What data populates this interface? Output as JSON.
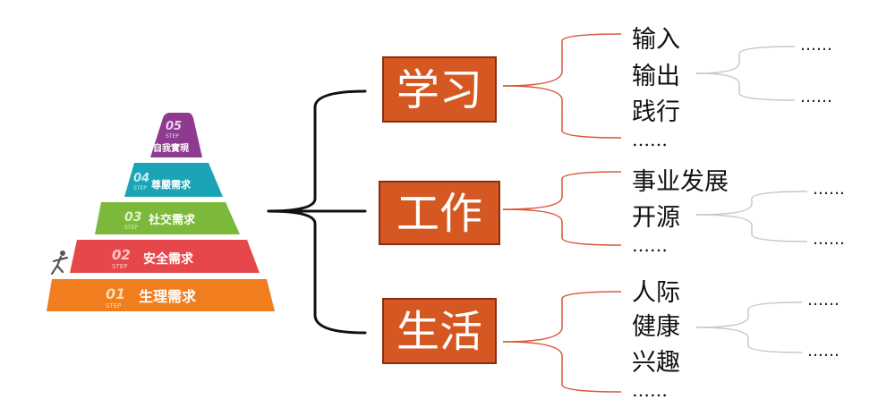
{
  "colors": {
    "step1": "#f07e1e",
    "step2": "#e6474b",
    "step3": "#7cb83a",
    "step4": "#1ba4b5",
    "step5": "#8e3a91",
    "box": "#d55722",
    "box_border": "#8a2e10",
    "branch_line": "#111111",
    "sub_line": "#d9573a",
    "sub_sub_line": "#c8c8c8",
    "text": "#111111"
  },
  "pyramid": {
    "steps": [
      {
        "num": "01",
        "step": "STEP",
        "label": "生理需求"
      },
      {
        "num": "02",
        "step": "STEP",
        "label": "安全需求"
      },
      {
        "num": "03",
        "step": "STEP",
        "label": "社交需求"
      },
      {
        "num": "04",
        "step": "STEP",
        "label": "尊嚴需求"
      },
      {
        "num": "05",
        "step": "STEP",
        "label": "自我實現"
      }
    ]
  },
  "categories": [
    {
      "label": "学习",
      "items": [
        "输入",
        "输出",
        "践行",
        "……"
      ],
      "sub_items": [
        "……",
        "……"
      ]
    },
    {
      "label": "工作",
      "items": [
        "事业发展",
        "开源",
        "……"
      ],
      "sub_items": [
        "……",
        "……"
      ]
    },
    {
      "label": "生活",
      "items": [
        "人际",
        "健康",
        "兴趣",
        "……"
      ],
      "sub_items": [
        "……",
        "……"
      ]
    }
  ]
}
